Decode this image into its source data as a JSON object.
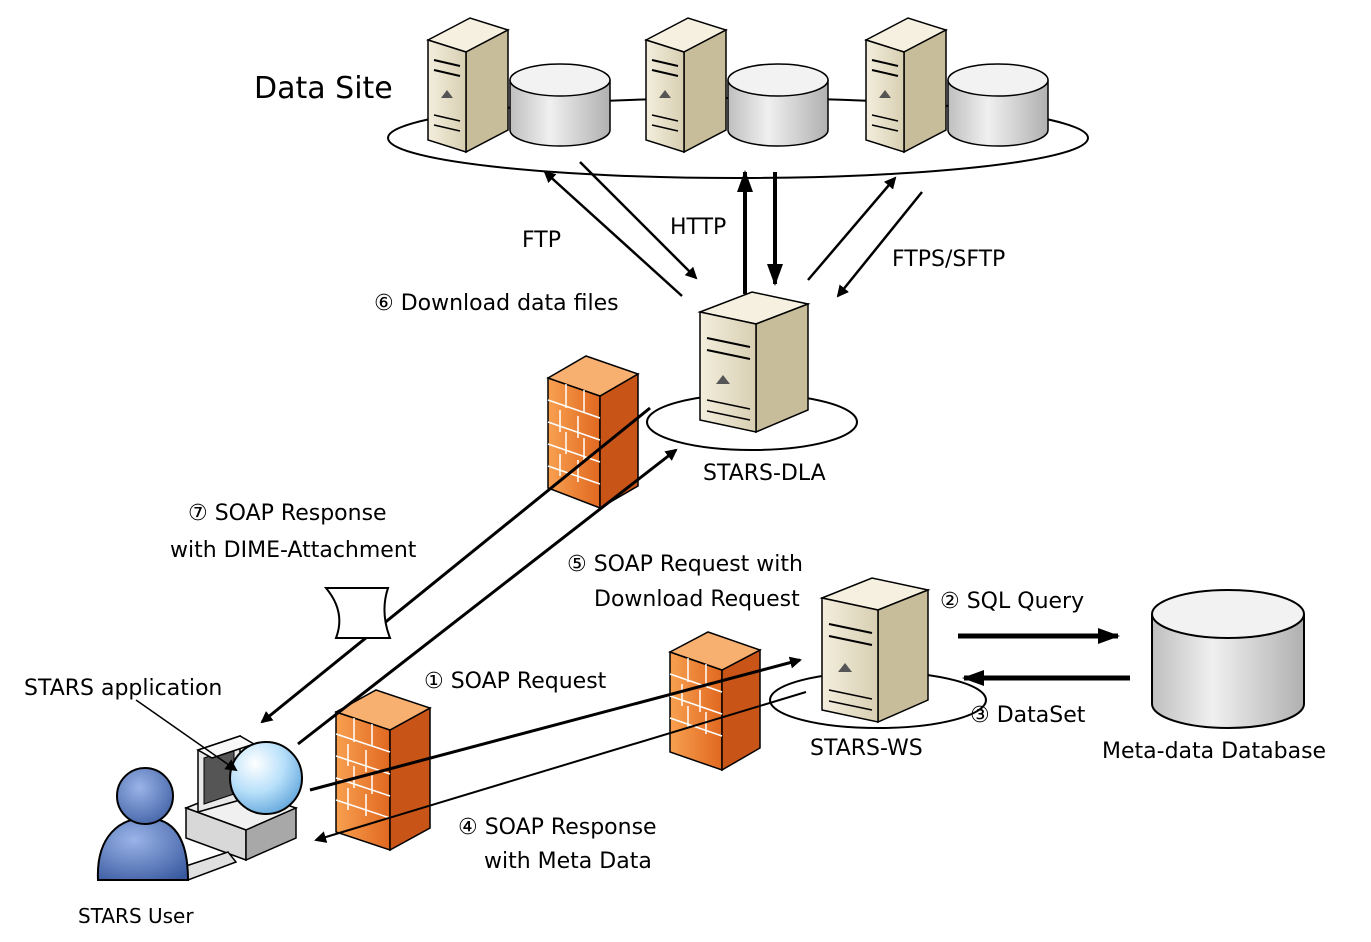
{
  "title": "Data Site",
  "nodes": {
    "dla": "STARS-DLA",
    "ws": "STARS-WS",
    "db": "Meta-data Database",
    "app": "STARS application",
    "user": "STARS User"
  },
  "protocols": {
    "ftp": "FTP",
    "http": "HTTP",
    "ftps": "FTPS/SFTP"
  },
  "steps": {
    "s1": "① SOAP Request",
    "s2": "② SQL Query",
    "s3": "③ DataSet",
    "s4a": "④ SOAP Response",
    "s4b": "with Meta Data",
    "s5a": "⑤ SOAP Request with",
    "s5b": "Download Request",
    "s6": "⑥ Download data files",
    "s7a": "⑦ SOAP Response",
    "s7b": "with DIME-Attachment"
  },
  "colors": {
    "server": "#e8e0c8",
    "disk": "#d8d8d8",
    "firewall": "#f08030",
    "user": "#4a6fb8",
    "globe": "#a8d8f8"
  }
}
